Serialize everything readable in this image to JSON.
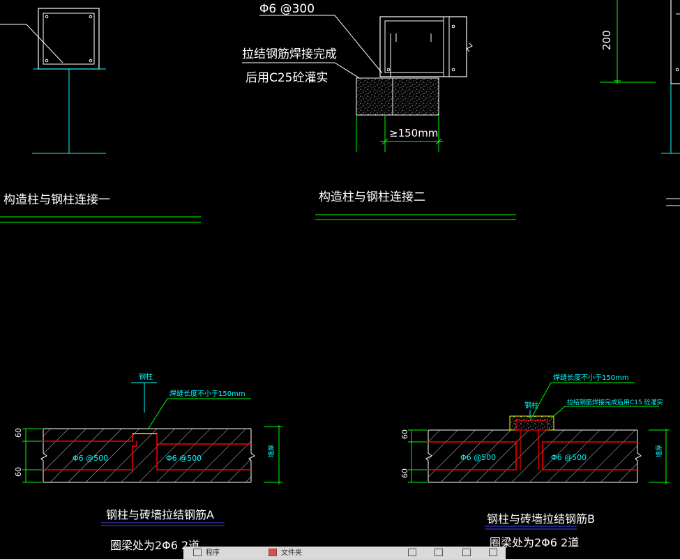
{
  "drawing": {
    "top": {
      "label_spacing": "Φ6 @300",
      "note_line1": "拉结钢筋焊接完成",
      "note_line2": "后用C25砼灌实",
      "dim_150": "≥150mm",
      "dim_200": "200",
      "title_left": "构造柱与钢柱连接一",
      "title_mid": "构造柱与钢柱连接二"
    },
    "detail_a": {
      "label_steel_column": "钢柱",
      "label_weld": "焊缝长度不小于150mm",
      "rebar_left": "Φ6 @500",
      "rebar_right": "Φ6 @500",
      "dim_top": "60",
      "dim_bottom": "60",
      "wall_label": "墙厚",
      "title": "钢柱与砖墙拉结钢筋A",
      "subtitle": "圈梁处为2Φ6 2道"
    },
    "detail_b": {
      "label_weld": "焊缝长度不小于150mm",
      "label_steel_column": "钢柱",
      "label_grout": "拉结钢筋焊接完成后用C15 砼灌实",
      "rebar_left": "Φ6 @500",
      "rebar_right": "Φ6 @500",
      "dim_top": "60",
      "dim_bottom": "60",
      "wall_label": "墙厚",
      "title": "钢柱与砖墙拉结钢筋B",
      "subtitle": "圈梁处为2Φ6 2道"
    }
  },
  "colors": {
    "background": "#000000",
    "white": "#ffffff",
    "cyan": "#00ffff",
    "green": "#00ff00",
    "red": "#ff0000",
    "yellow": "#ffff00",
    "blue": "#4040ff"
  },
  "taskbar": {
    "item1": "程序",
    "item2": "文件夹"
  }
}
